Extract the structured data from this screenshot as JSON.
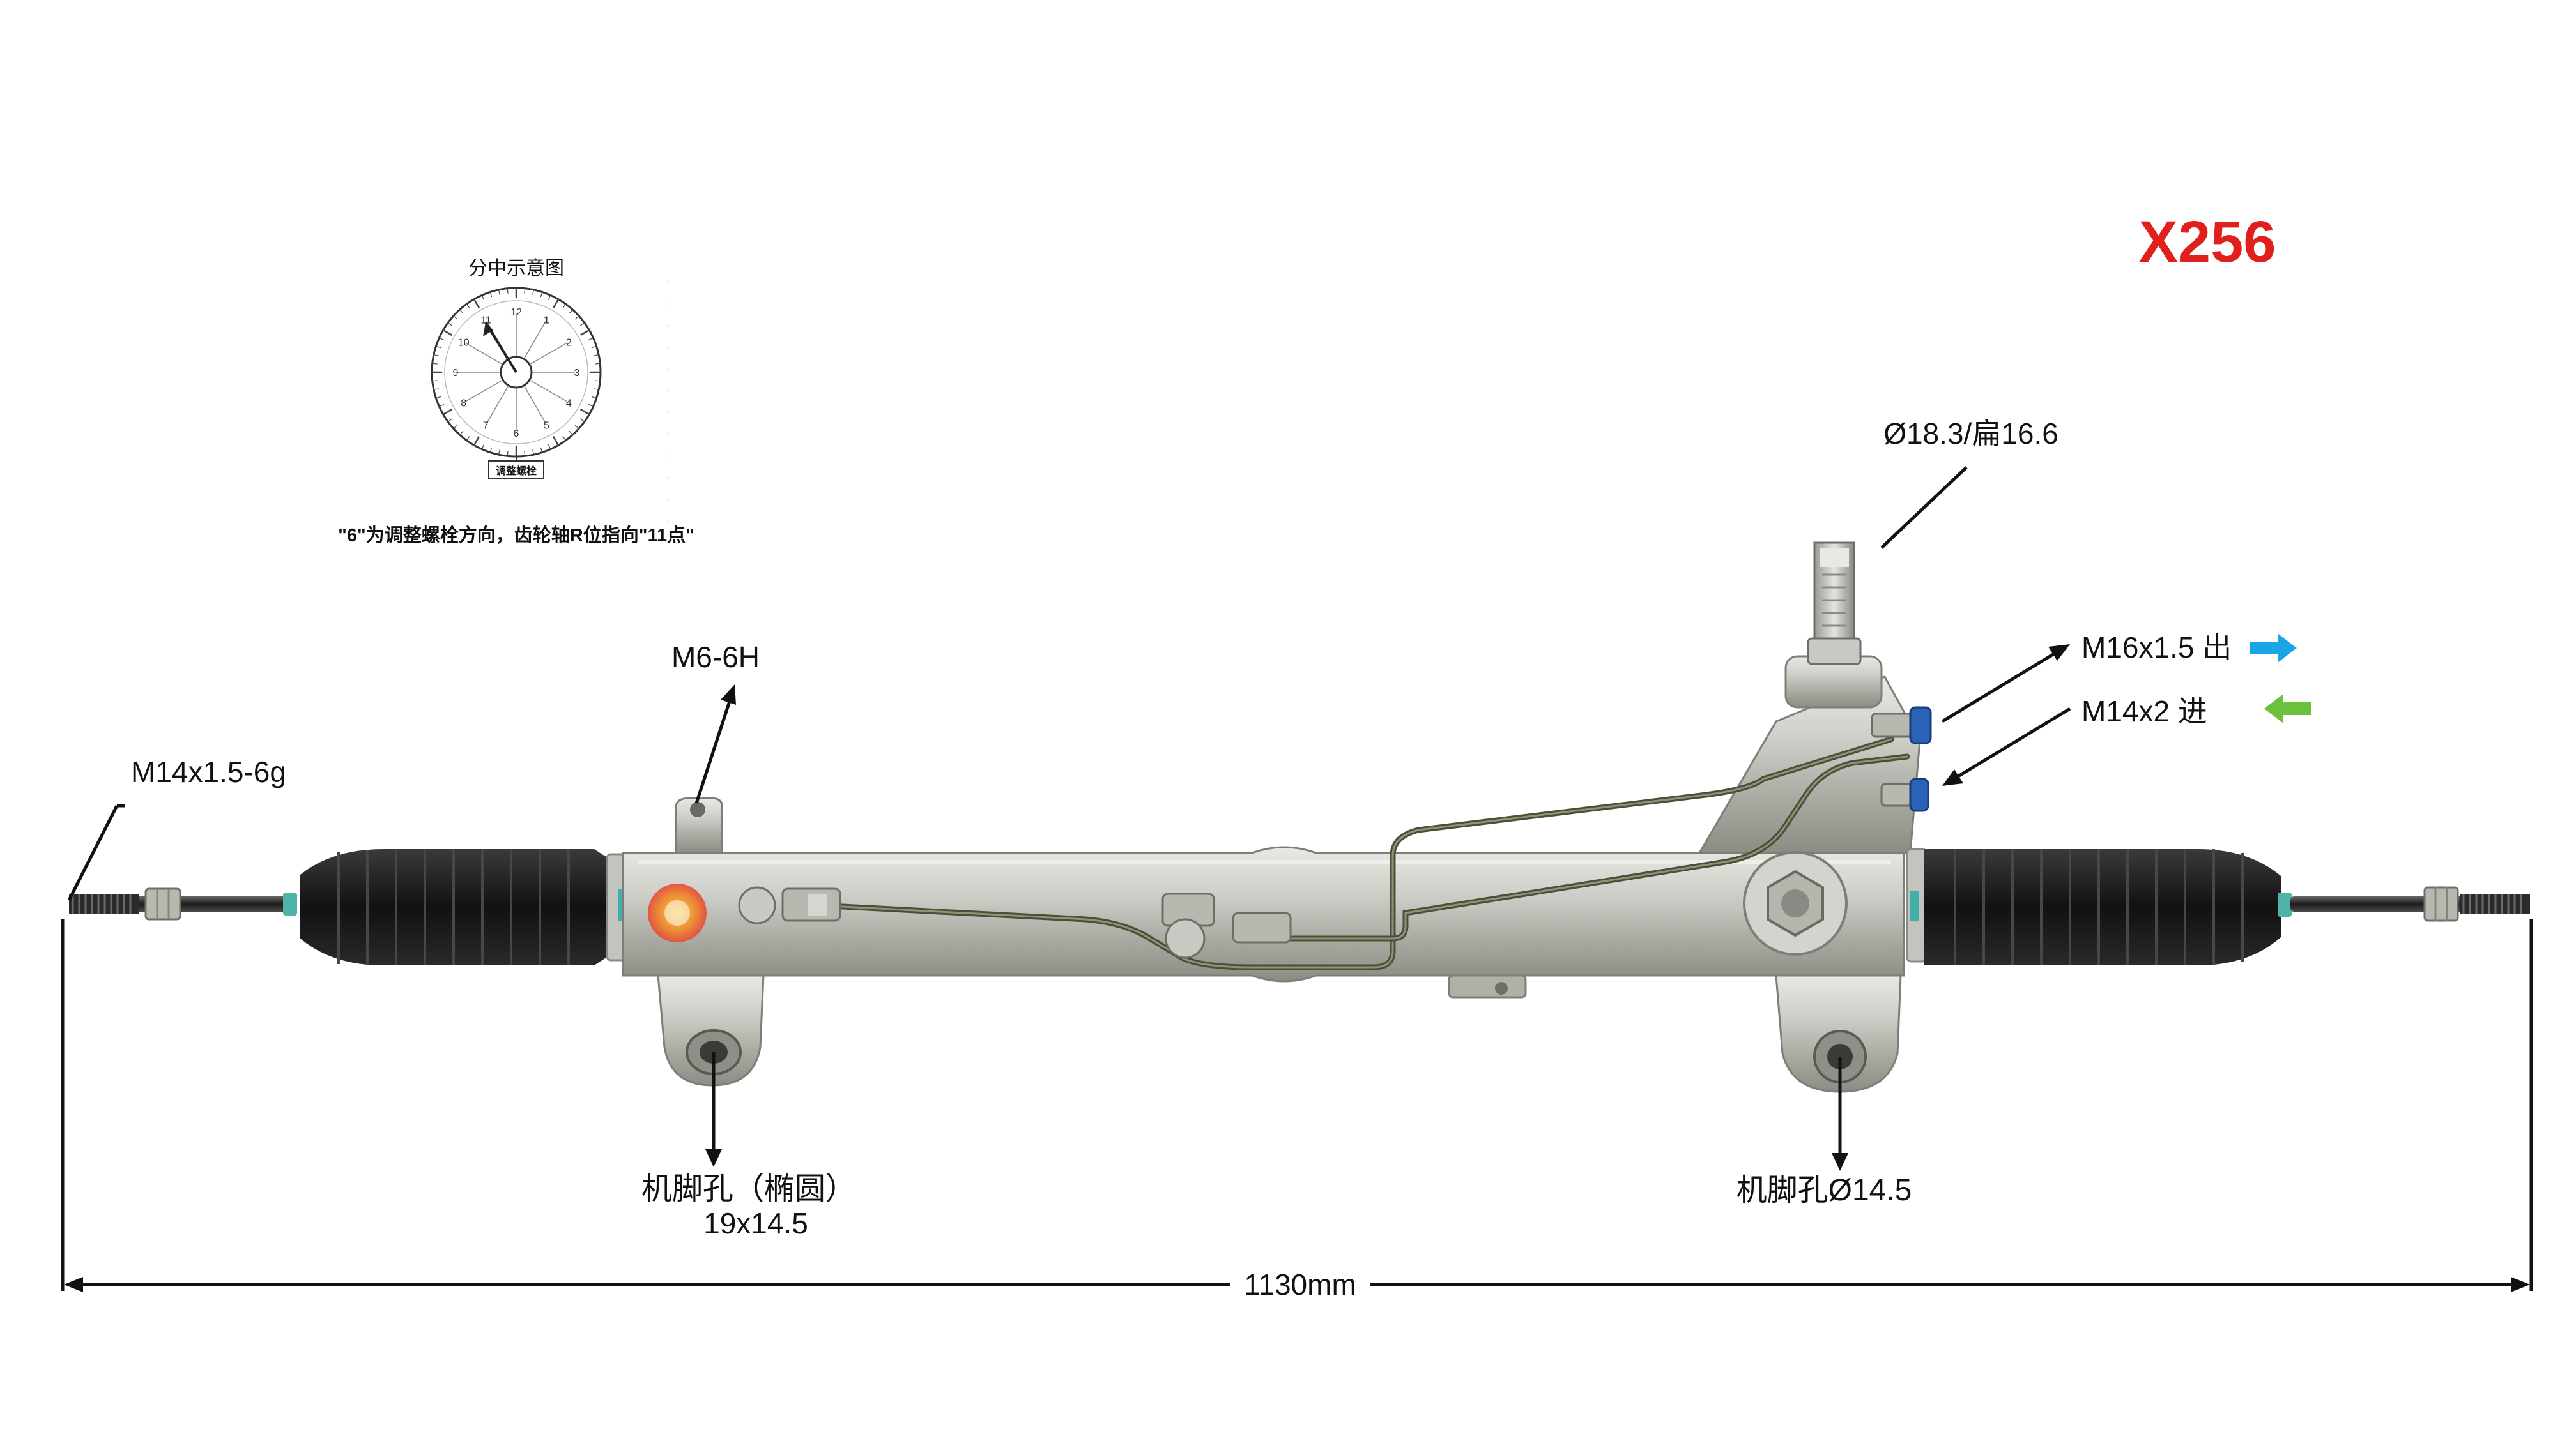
{
  "model_code": "X256",
  "colors": {
    "model": "#e0201d",
    "arrow_out": "#1aa6e6",
    "arrow_in": "#6cc13c",
    "housing": "#c4c4be",
    "boot": "#1c1c1c",
    "line": "#111111"
  },
  "labels": {
    "shaft_spec": "Ø18.3/扁16.6",
    "port_out": "M16x1.5 出",
    "port_in": "M14x2 进",
    "bolt_thread": "M6-6H",
    "tie_rod_thread": "M14x1.5-6g",
    "mount_left_line1": "机脚孔（椭圆）",
    "mount_left_line2": "19x14.5",
    "mount_right": "机脚孔Ø14.5",
    "overall_length": "1130mm"
  },
  "inset": {
    "title": "分中示意图",
    "dial_numbers": [
      "12",
      "1",
      "2",
      "3",
      "4",
      "5",
      "6",
      "7",
      "8",
      "9",
      "10",
      "11"
    ],
    "bottom_tag": "调整螺栓",
    "note": "\"6\"为调整螺栓方向，齿轮轴R位指向\"11点\""
  },
  "icons": {
    "arrow_out": "arrow-right-icon",
    "arrow_in": "arrow-left-icon"
  }
}
